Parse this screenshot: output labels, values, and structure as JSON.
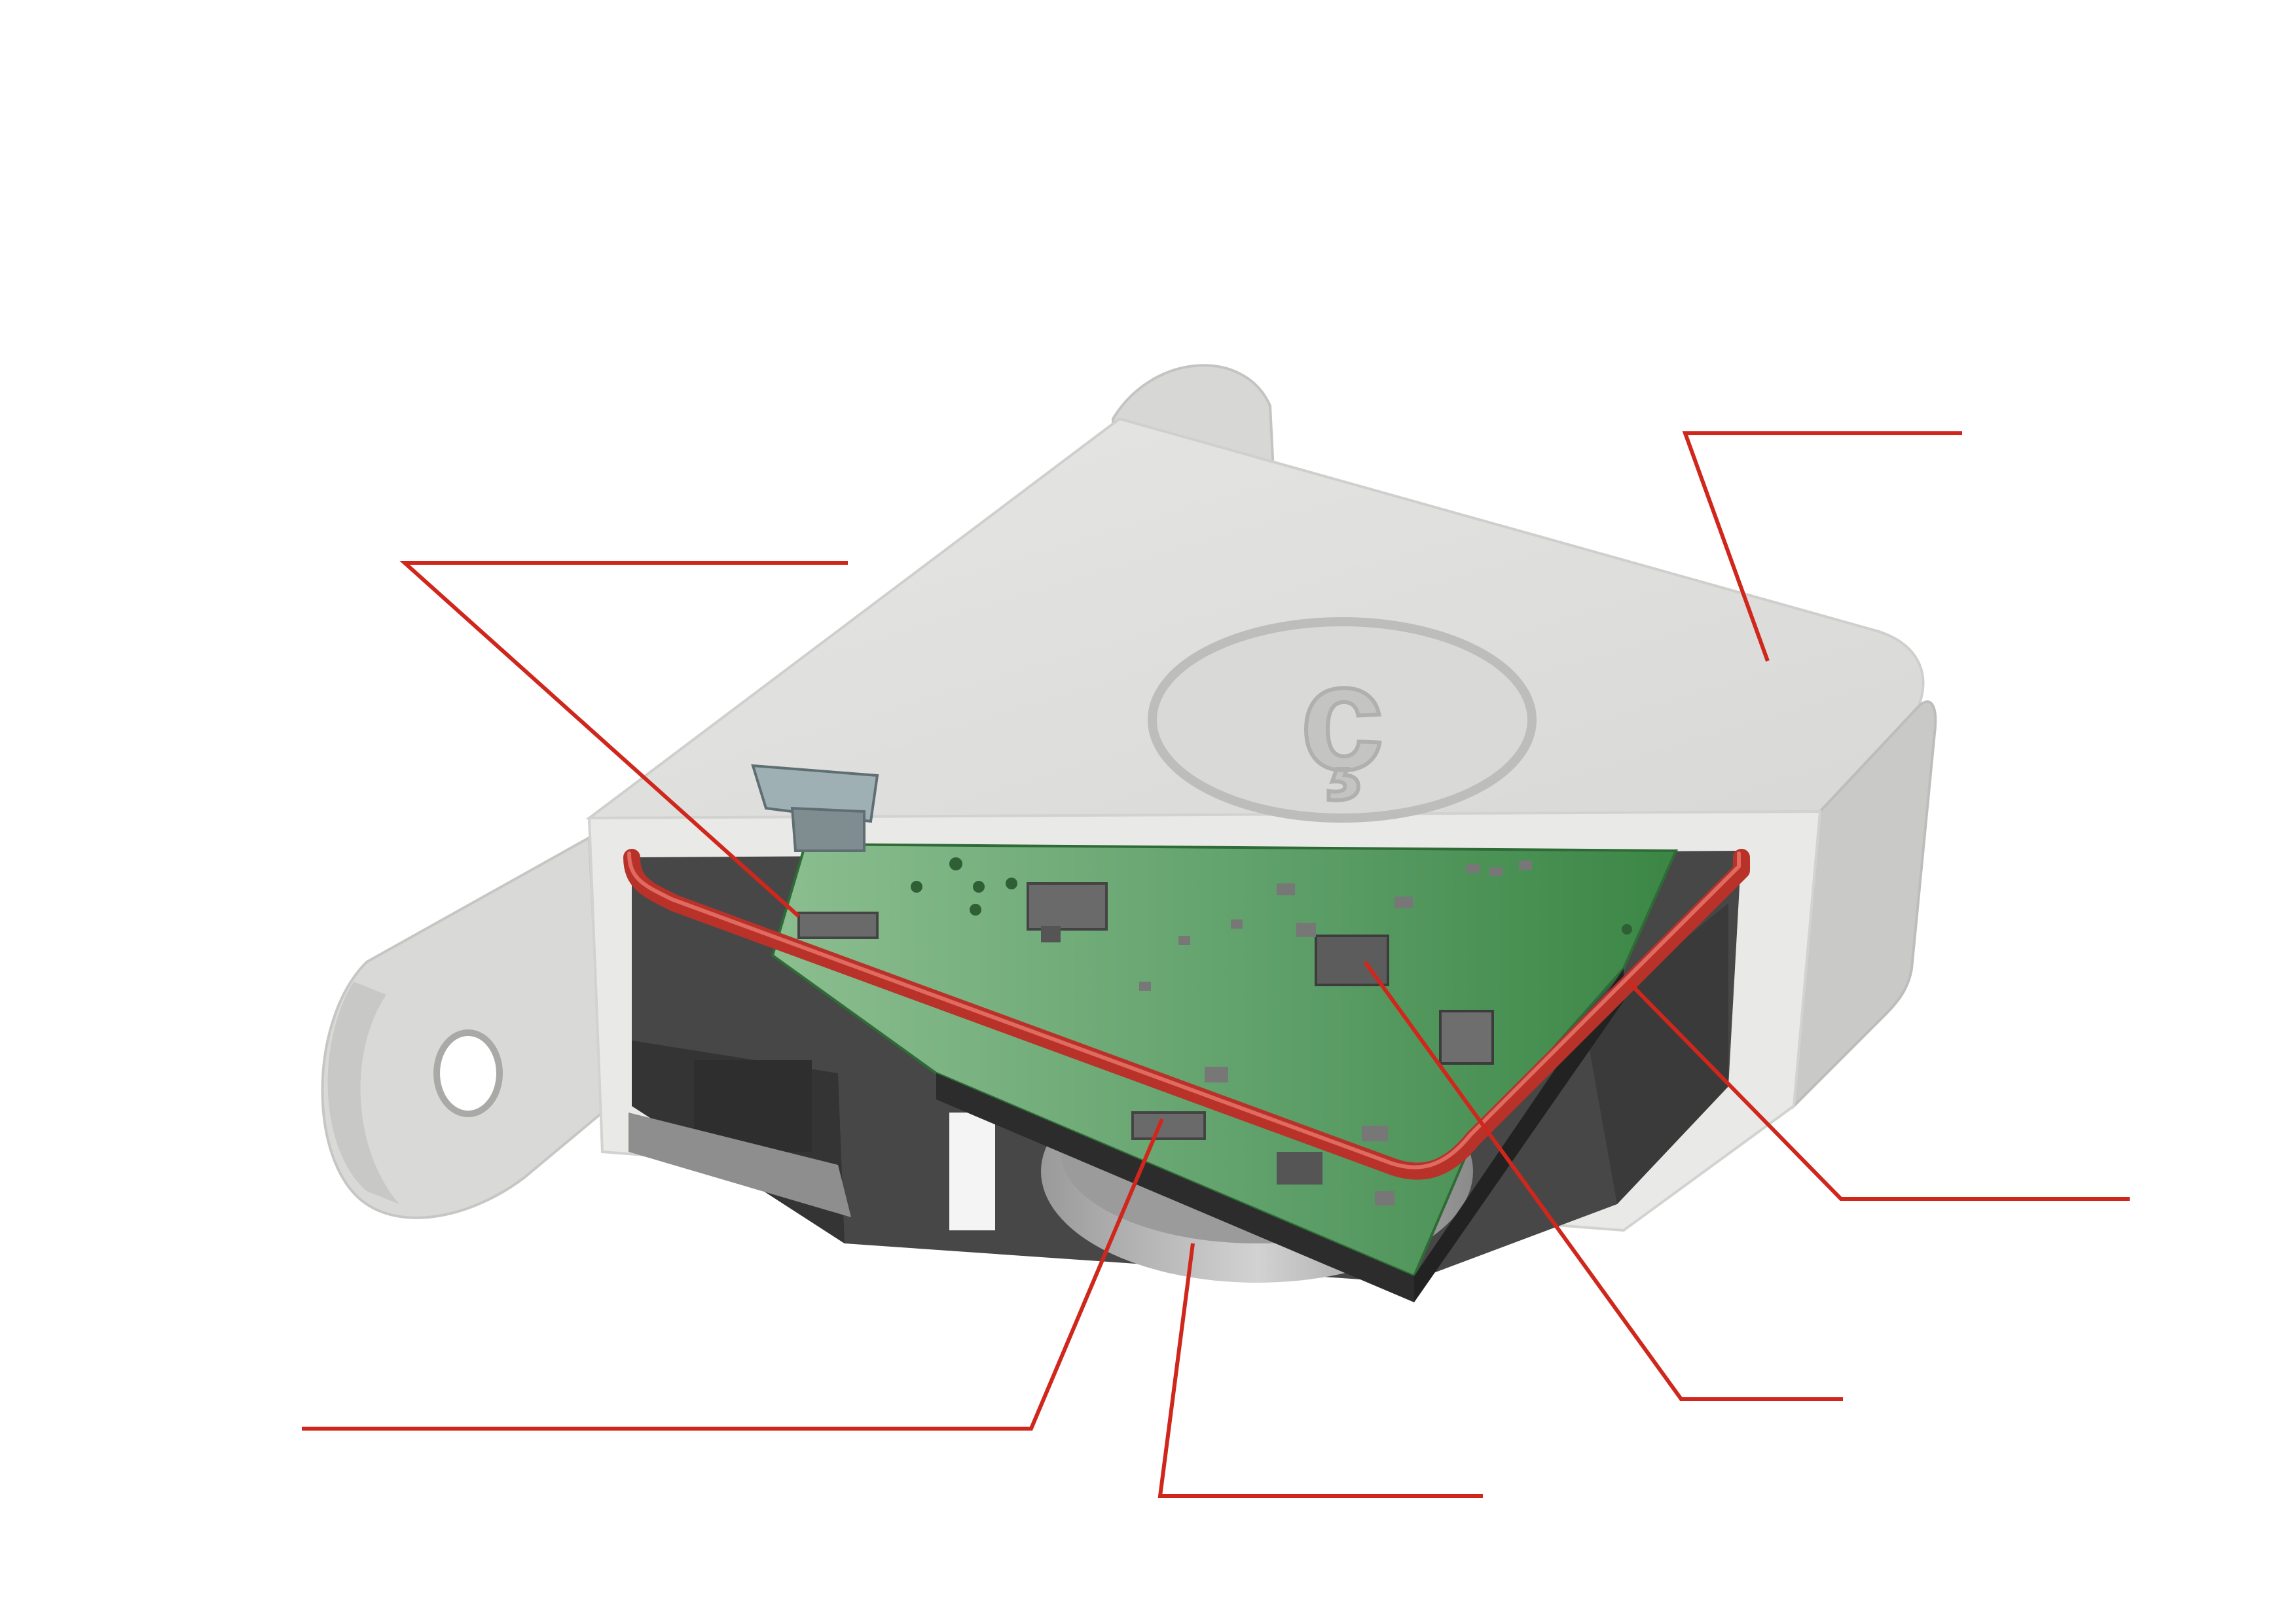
{
  "diagram": {
    "subject": "cutaway-sensor-device",
    "logo_glyph": "ç",
    "colors": {
      "background": "#ffffff",
      "housing_light": "#e3e3e1",
      "housing_mid": "#d4d4d2",
      "housing_shadow": "#b9b9b7",
      "cavity_dark": "#4a4a4a",
      "cavity_darker": "#333333",
      "pcb_light": "#86b98a",
      "pcb_dark": "#3f8a47",
      "antenna": "#b8322a",
      "leader_line": "#d0271d",
      "component": "#5a5a5a",
      "coin_cell": "#c4c4c4"
    },
    "callouts": [
      {
        "id": "housing",
        "points_to": "housing"
      },
      {
        "id": "antenna-contact-clip",
        "points_to": "antenna-contact-clip"
      },
      {
        "id": "antenna-loop",
        "points_to": "antenna-loop"
      },
      {
        "id": "chip",
        "points_to": "chip"
      },
      {
        "id": "coin-cell-battery",
        "points_to": "coin-cell-battery"
      },
      {
        "id": "pcb-connector",
        "points_to": "pcb-connector"
      }
    ]
  }
}
